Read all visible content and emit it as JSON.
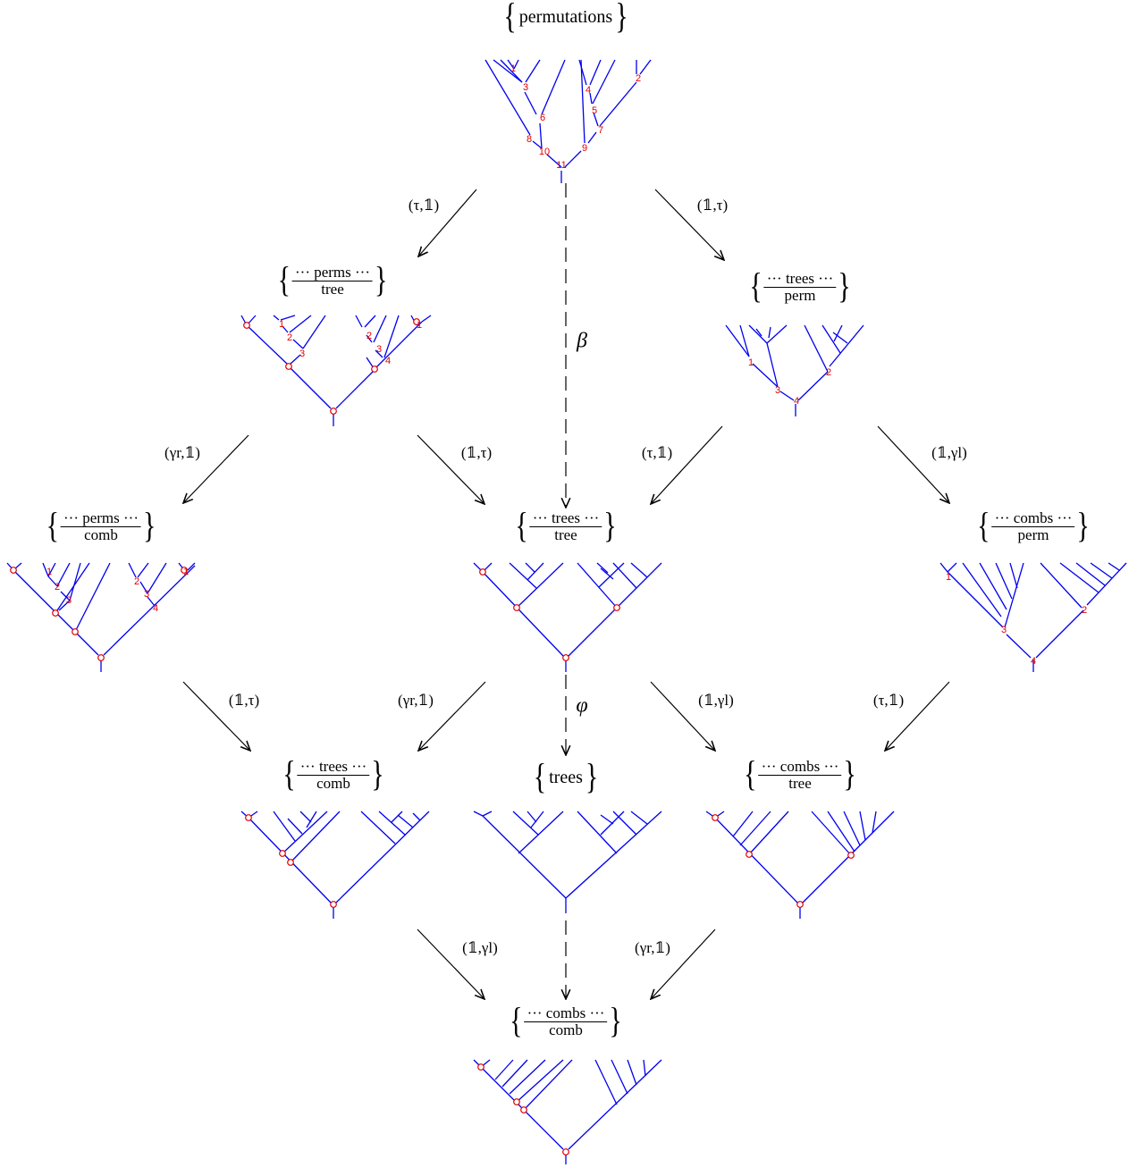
{
  "nodes": {
    "permutations": {
      "label": "permutations"
    },
    "perms_tree": {
      "num": "··· perms ···",
      "den": "tree"
    },
    "trees_perm": {
      "num": "··· trees ···",
      "den": "perm"
    },
    "perms_comb": {
      "num": "··· perms ···",
      "den": "comb"
    },
    "trees_tree": {
      "num": "··· trees ···",
      "den": "tree"
    },
    "combs_perm": {
      "num": "··· combs ···",
      "den": "perm"
    },
    "trees_comb": {
      "num": "··· trees ···",
      "den": "comb"
    },
    "trees": {
      "label": "trees"
    },
    "combs_tree": {
      "num": "··· combs ···",
      "den": "tree"
    },
    "combs_comb": {
      "num": "··· combs ···",
      "den": "comb"
    }
  },
  "arrow_labels": {
    "perm_to_permstree": "(τ,𝟙)",
    "perm_to_treesperm": "(𝟙,τ)",
    "beta": "β",
    "permstree_to_permscomb": "(γr,𝟙)",
    "permstree_to_treestree": "(𝟙,τ)",
    "treesperm_to_treestree": "(τ,𝟙)",
    "treesperm_to_combsperm": "(𝟙,γl)",
    "permscomb_to_treescomb": "(𝟙,τ)",
    "treestree_to_treescomb": "(γr,𝟙)",
    "phi": "φ",
    "treestree_to_combstree": "(𝟙,γl)",
    "combsperm_to_combstree": "(τ,𝟙)",
    "treescomb_to_combscomb": "(𝟙,γl)",
    "combstree_to_combscomb": "(γr,𝟙)"
  },
  "tree_labels": {
    "permutations": [
      "1",
      "3",
      "6",
      "8",
      "10",
      "11",
      "9",
      "7",
      "5",
      "4",
      "2"
    ],
    "perms_tree": [
      "1",
      "2",
      "3",
      "2",
      "3",
      "4",
      "1"
    ],
    "trees_perm": [
      "1",
      "3",
      "4",
      "2"
    ],
    "perms_comb": [
      "1",
      "2",
      "3",
      "2",
      "3",
      "4",
      "1"
    ],
    "combs_perm": [
      "1",
      "3",
      "4",
      "2"
    ]
  },
  "colors": {
    "edge": "#0000ee",
    "label": "#e00000",
    "arrow": "#000000"
  }
}
